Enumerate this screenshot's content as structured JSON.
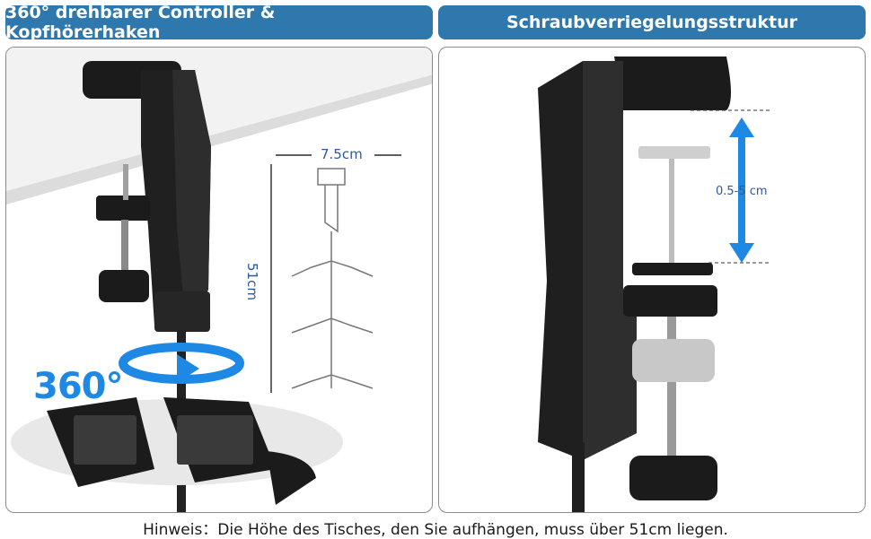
{
  "colors": {
    "header_bg": "#2f78ad",
    "accent_blue": "#1e88e5",
    "product_black": "#1b1b1b"
  },
  "left_panel": {
    "title": "360° drehbarer Controller & Kopfhörerhaken",
    "rotation_label": "360°",
    "width_label": "7.5cm",
    "height_label": "51cm"
  },
  "right_panel": {
    "title": "Schraubverriegelungsstruktur",
    "clamp_range_label": "0.5-5 cm"
  },
  "footer": {
    "note": "Hinweis：Die Höhe des Tisches, den Sie aufhängen, muss über 51cm liegen."
  }
}
